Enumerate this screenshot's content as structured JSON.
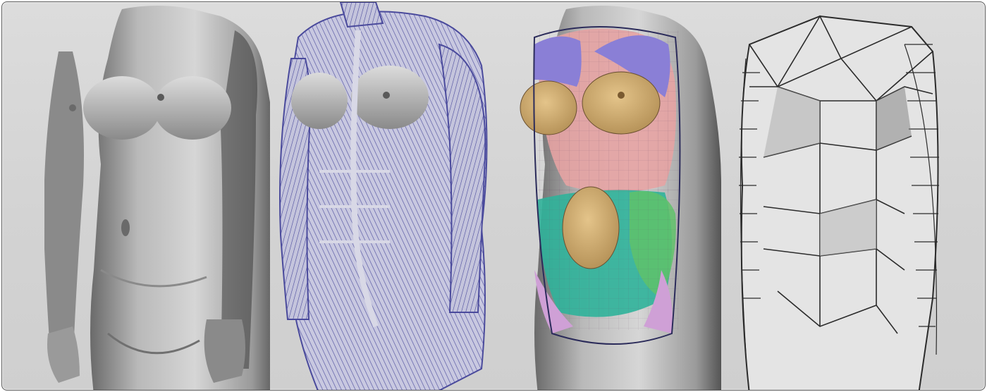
{
  "figure": {
    "panels": [
      {
        "id": "photo",
        "depiction": "photo-reference"
      },
      {
        "id": "muscles",
        "depiction": "muscle-overlay",
        "overlay_color": "#4a4a9c"
      },
      {
        "id": "form-zones",
        "depiction": "colored-form-zones",
        "zone_colors": [
          "#8a7fd6",
          "#e6a3a3",
          "#d9b36a",
          "#2fb39a",
          "#cfa0d6"
        ]
      },
      {
        "id": "planes",
        "depiction": "planar-wireframe",
        "line_color": "#2b2b2b"
      }
    ]
  }
}
